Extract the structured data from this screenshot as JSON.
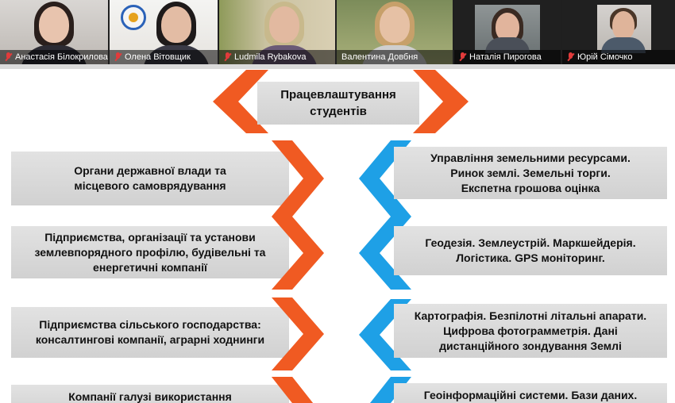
{
  "participants": [
    {
      "name": "Анастасія Білокрилова",
      "muted": true,
      "active": false
    },
    {
      "name": "Олена Вітовщик",
      "muted": true,
      "active": false
    },
    {
      "name": "Ludmila Rybakova",
      "muted": true,
      "active": false
    },
    {
      "name": "Валентина Довбня",
      "muted": false,
      "active": true
    },
    {
      "name": "Наталія Пирогова",
      "muted": true,
      "active": false
    },
    {
      "name": "Юрій Сімочко",
      "muted": true,
      "active": false
    }
  ],
  "slide": {
    "title_line1": "Працевлаштування",
    "title_line2": "студентів",
    "left": [
      {
        "line1": "Органи державної влади та",
        "line2": "місцевого самоврядування",
        "line3": ""
      },
      {
        "line1": "Підприємства, організації та установи",
        "line2": "землевпорядного профілю, будівельні та",
        "line3": "енергетичні компанії"
      },
      {
        "line1": "Підприємства сільського господарства:",
        "line2": "консалтингові компанії, аграрні ходнинги",
        "line3": ""
      },
      {
        "line1": "Компанії  галузі використання",
        "line2": "",
        "line3": ""
      }
    ],
    "right": [
      {
        "line1": "Управління земельними ресурсами.",
        "line2": "Ринок землі. Земельні торги.",
        "line3": "Експетна грошова оцінка"
      },
      {
        "line1": "Геодезія. Землеустрій. Маркшейдерія.",
        "line2": "Логістика. GPS моніторинг.",
        "line3": ""
      },
      {
        "line1": "Картографія. Безпілотні літальні апарати.",
        "line2": "Цифрова фотограмметрія. Дані",
        "line3": "дистанційного зондування Землі"
      },
      {
        "line1": "Геоінформаційні системи. Бази даних.",
        "line2": "",
        "line3": ""
      }
    ]
  },
  "colors": {
    "orange": "#f05a22",
    "blue": "#1ea0e6",
    "active_border": "#38c23a",
    "muted_mic": "#e23b3b"
  }
}
